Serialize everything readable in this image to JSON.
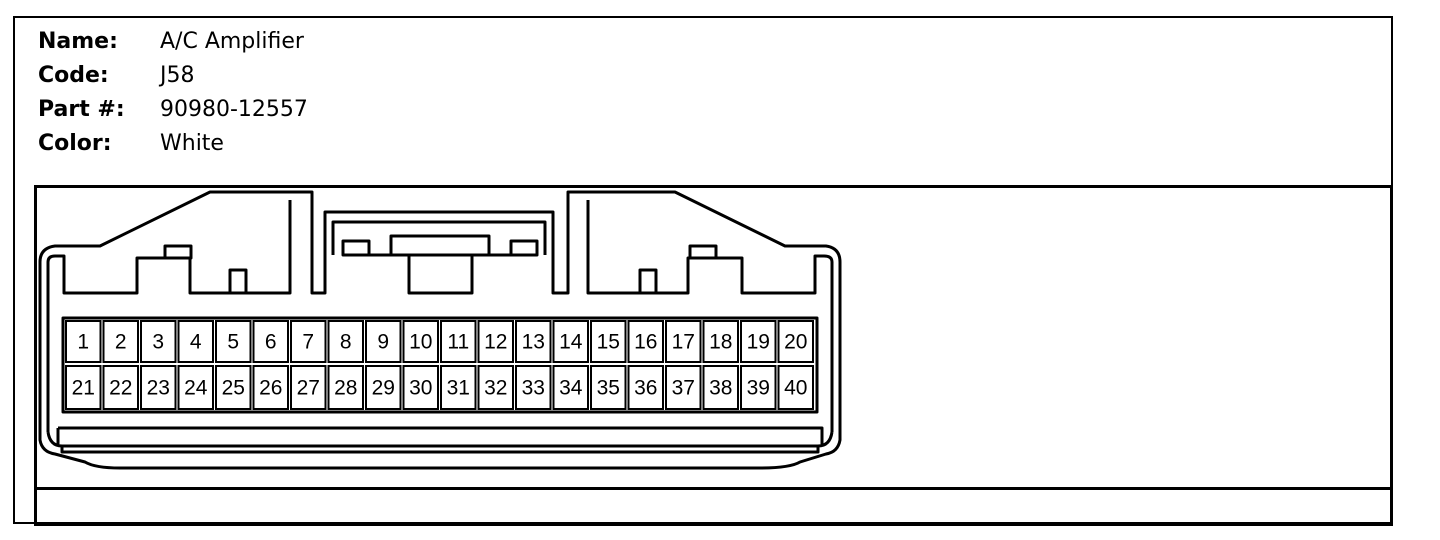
{
  "connector": {
    "name_label": "Name:",
    "name": "A/C Amplifier",
    "code_label": "Code:",
    "code": "J58",
    "part_label": "Part #:",
    "part": "90980-12557",
    "color_label": "Color:",
    "color": "White"
  },
  "pins": {
    "top_row": [
      "1",
      "2",
      "3",
      "4",
      "5",
      "6",
      "7",
      "8",
      "9",
      "10",
      "11",
      "12",
      "13",
      "14",
      "15",
      "16",
      "17",
      "18",
      "19",
      "20"
    ],
    "bottom_row": [
      "21",
      "22",
      "23",
      "24",
      "25",
      "26",
      "27",
      "28",
      "29",
      "30",
      "31",
      "32",
      "33",
      "34",
      "35",
      "36",
      "37",
      "38",
      "39",
      "40"
    ]
  }
}
